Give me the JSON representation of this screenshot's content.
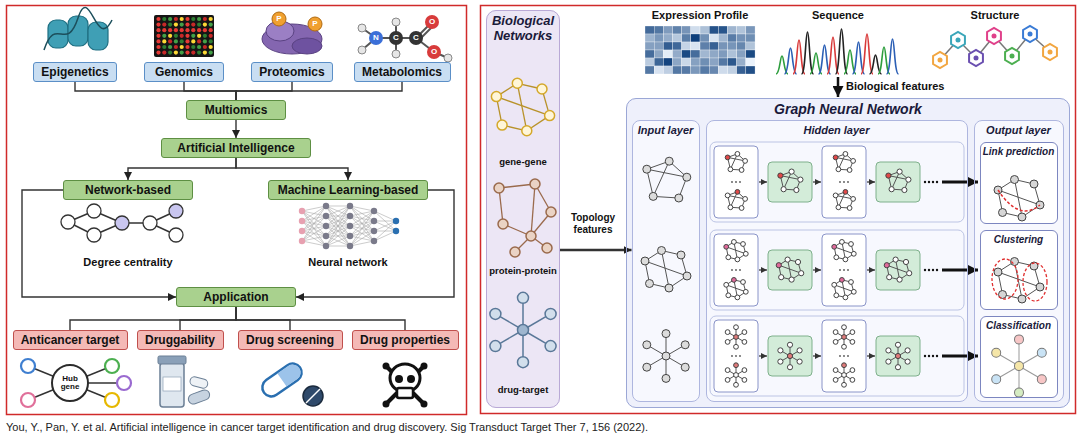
{
  "diagram": {
    "caption": "You, Y., Pan, Y. et al. Artificial intelligence in cancer target identification and drug discovery. Sig Transduct Target Ther 7, 156 (2022).",
    "nodes": [
      {
        "text": [
          "Epigenetics"
        ]
      },
      {
        "text": [
          "Genomics"
        ]
      },
      {
        "text": [
          "Proteomics"
        ]
      },
      {
        "text": [
          "Metabolomics"
        ]
      },
      {
        "text": [
          "Multiomics"
        ]
      },
      {
        "text": [
          "Artificial Intelligence"
        ]
      },
      {
        "text": [
          "Network-based"
        ]
      },
      {
        "text": [
          "Machine Learning-based"
        ]
      },
      {
        "text": [
          "Application"
        ]
      },
      {
        "text": [
          "Anticancer target"
        ]
      },
      {
        "text": [
          "Druggability"
        ]
      },
      {
        "text": [
          "Drug screening"
        ]
      },
      {
        "text": [
          "Drug properties"
        ]
      },
      {
        "text": [
          "Hub gene"
        ]
      },
      {
        "text": [
          "Biological Networks"
        ]
      },
      {
        "text": [
          "Graph Neural Network"
        ]
      },
      {
        "text": [
          "Input layer"
        ],
        "in": 15
      },
      {
        "text": [
          "Hidden layer"
        ],
        "in": 15
      },
      {
        "text": [
          "Output layer"
        ],
        "in": 15
      },
      {
        "text": [
          "Link prediction"
        ],
        "in": 18
      },
      {
        "text": [
          "Clustering"
        ],
        "in": 18
      },
      {
        "text": [
          "Classification"
        ],
        "in": 18
      }
    ],
    "edges": [
      {
        "from": 0,
        "to": 4,
        "arrow": "none"
      },
      {
        "from": 1,
        "to": 4,
        "arrow": "none"
      },
      {
        "from": 2,
        "to": 4,
        "arrow": "none"
      },
      {
        "from": 3,
        "to": 4,
        "arrow": "none"
      },
      {
        "from": 4,
        "to": 5,
        "arrow": "to"
      },
      {
        "from": 5,
        "to": 6,
        "arrow": "to"
      },
      {
        "from": 5,
        "to": 7,
        "arrow": "to"
      },
      {
        "from": 6,
        "to": 8,
        "arrow": "to"
      },
      {
        "from": 7,
        "to": 8,
        "arrow": "to"
      },
      {
        "from": 8,
        "to": 9,
        "arrow": "none"
      },
      {
        "from": 8,
        "to": 10,
        "arrow": "none"
      },
      {
        "from": 8,
        "to": 11,
        "arrow": "none"
      },
      {
        "from": 8,
        "to": 12,
        "arrow": "none"
      },
      {
        "from": 14,
        "to": 16,
        "label": "Topology features",
        "arrow": "to"
      }
    ],
    "labels": [
      "Degree centrality",
      "Neural network",
      "P",
      "P",
      "N",
      "C",
      "C",
      "O",
      "O",
      "Expression Profile",
      "Sequence",
      "Structure",
      "Biological features",
      "gene-gene",
      "protein-protein",
      "drug-target"
    ]
  }
}
